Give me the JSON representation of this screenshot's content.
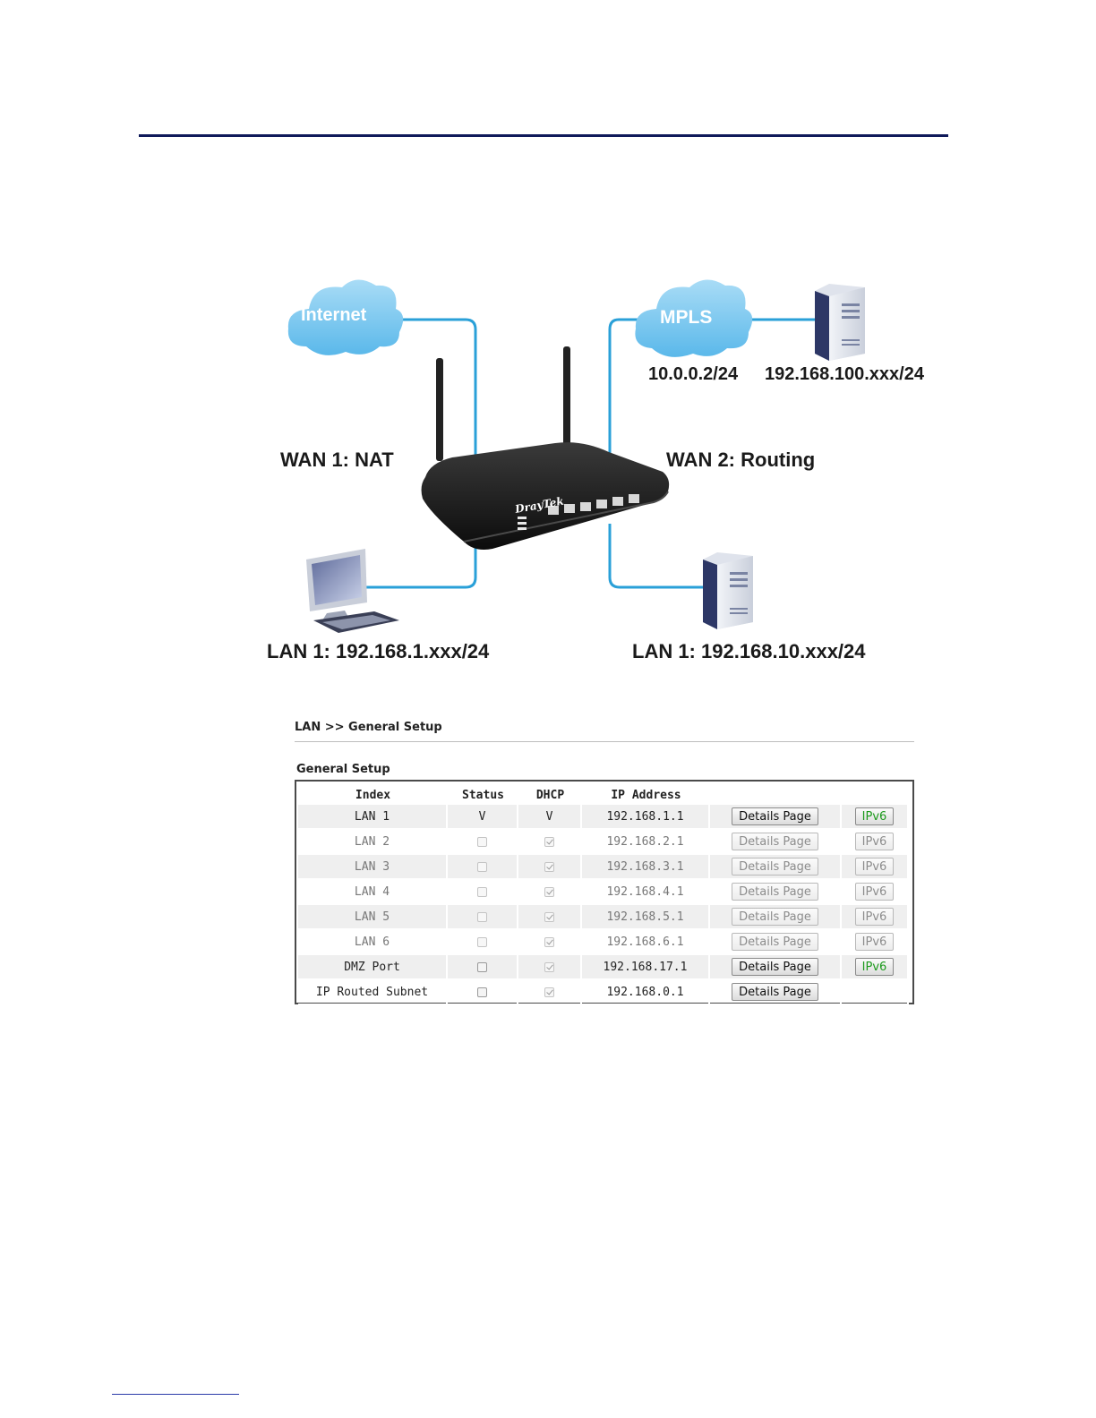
{
  "diagram": {
    "labels": {
      "internet": "Internet",
      "mpls": "MPLS",
      "mpls_ip": "10.0.0.2/24",
      "server_subnet": "192.168.100.xxx/24",
      "wan1": "WAN 1: NAT",
      "wan2": "WAN 2: Routing",
      "lan1_pc": "LAN 1: 192.168.1.xxx/24",
      "lan1_server": "LAN 1: 192.168.10.xxx/24",
      "router_brand": "DrayTek"
    },
    "colors": {
      "cloud": "#7ec8ef",
      "link": "#2aa0d8",
      "router": "#1a1a1a"
    }
  },
  "breadcrumb": "LAN >> General Setup",
  "section_title": "General Setup",
  "table": {
    "headers": {
      "index": "Index",
      "status": "Status",
      "dhcp": "DHCP",
      "ip": "IP Address"
    },
    "details_label": "Details Page",
    "ipv6_label": "IPv6",
    "rows": [
      {
        "index": "LAN 1",
        "status": "V",
        "dhcp": "V",
        "ip": "192.168.1.1",
        "has_ipv6": true,
        "enabled": true
      },
      {
        "index": "LAN 2",
        "status": "",
        "dhcp": "",
        "ip": "192.168.2.1",
        "has_ipv6": true,
        "enabled": false
      },
      {
        "index": "LAN 3",
        "status": "",
        "dhcp": "",
        "ip": "192.168.3.1",
        "has_ipv6": true,
        "enabled": false
      },
      {
        "index": "LAN 4",
        "status": "",
        "dhcp": "",
        "ip": "192.168.4.1",
        "has_ipv6": true,
        "enabled": false
      },
      {
        "index": "LAN 5",
        "status": "",
        "dhcp": "",
        "ip": "192.168.5.1",
        "has_ipv6": true,
        "enabled": false
      },
      {
        "index": "LAN 6",
        "status": "",
        "dhcp": "",
        "ip": "192.168.6.1",
        "has_ipv6": true,
        "enabled": false
      },
      {
        "index": "DMZ Port",
        "status": "",
        "dhcp": "",
        "ip": "192.168.17.1",
        "has_ipv6": true,
        "enabled": true
      },
      {
        "index": "IP Routed Subnet",
        "status": "",
        "dhcp": "",
        "ip": "192.168.0.1",
        "has_ipv6": false,
        "enabled": true
      }
    ]
  }
}
